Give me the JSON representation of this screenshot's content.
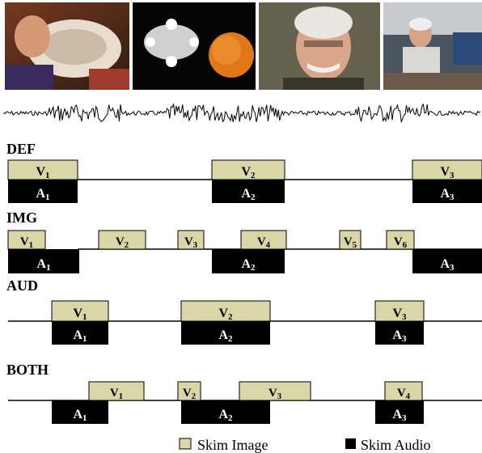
{
  "frames": [
    {
      "name": "astronaut helmet scene"
    },
    {
      "name": "spacecraft and moon scene"
    },
    {
      "name": "man with glasses close-up"
    },
    {
      "name": "man seated in office"
    }
  ],
  "colors": {
    "image_fill": "#d9d6a7",
    "audio_fill": "#000000",
    "line": "#000000"
  },
  "sections": [
    {
      "label": "DEF",
      "pairs": [
        {
          "v": "1",
          "a": "1"
        },
        {
          "v": "2",
          "a": "2"
        },
        {
          "v": "3",
          "a": "3"
        }
      ]
    },
    {
      "label": "IMG",
      "video": [
        "1",
        "2",
        "3",
        "4",
        "5",
        "6"
      ],
      "audio": [
        "1",
        "2",
        "3"
      ]
    },
    {
      "label": "AUD",
      "pairs": [
        {
          "v": "1",
          "a": "1"
        },
        {
          "v": "2",
          "a": "2"
        },
        {
          "v": "3",
          "a": "3"
        }
      ]
    },
    {
      "label": "BOTH",
      "video": [
        "1",
        "2",
        "3",
        "4"
      ],
      "audio": [
        "1",
        "2",
        "3"
      ]
    }
  ],
  "legend": {
    "image_label": "Skim Image",
    "audio_label": "Skim Audio"
  }
}
